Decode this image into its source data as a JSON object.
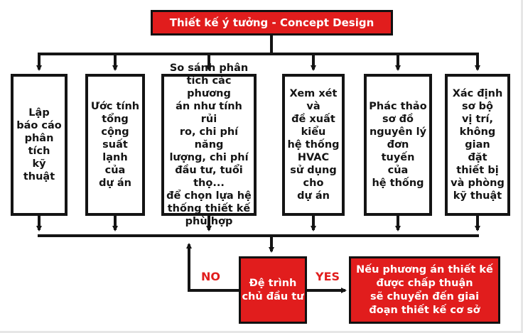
{
  "title": "Thiết kế ý tưởng - Concept Design",
  "steps": [
    "Lập\nbáo cáo\nphân\ntích\nkỹ thuật",
    "Ước tính\ntổng\ncộng\nsuất lạnh\ncủa\ndự án",
    "So sánh phân\ntích các phương\nán như tính rủi\nro, chi phí năng\nlượng, chi phí\nđầu tư, tuổi thọ...\nđể chọn lựa hệ\nthống thiết kế\nphù hợp",
    "Xem xét\nvà\nđề xuất\nkiểu\nhệ thống\nHVAC\nsử dụng\ncho\ndự án",
    "Phác thảo\nsơ đồ\nnguyên lý\nđơn tuyến\ncủa\nhệ thống",
    "Xác định\nsơ bộ\nvị trí,\nkhông\ngian\nđặt\nthiết bị\nvà phòng\nkỹ thuật"
  ],
  "submit_box": "Đệ trình\nchủ đầu tư",
  "result_box": "Nếu phương án thiết kế\nđược chấp thuận\nsẽ chuyển đến giai\nđoạn thiết kế cơ sở",
  "no_label": "NO",
  "yes_label": "YES",
  "colors": {
    "accent": "#e11d1d",
    "line": "#141414"
  }
}
